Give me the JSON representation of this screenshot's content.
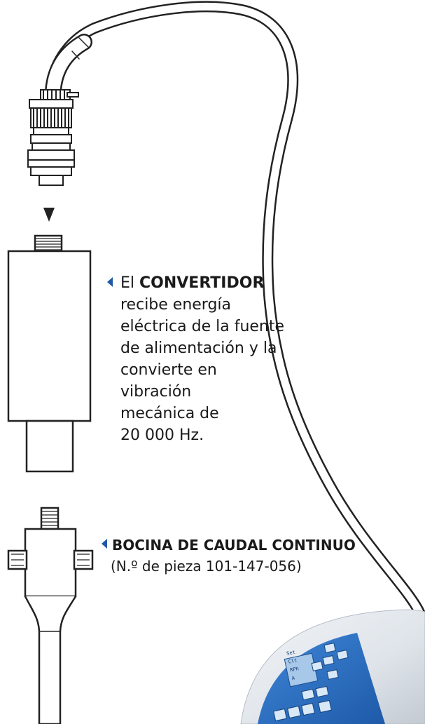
{
  "converter_callout": {
    "prefix": "El",
    "name": "CONVERTIDOR",
    "lines": [
      "recibe energía",
      "eléctrica de la fuente",
      "de alimentación y la",
      "convierte en vibración",
      "mecánica de",
      "20 000 Hz."
    ]
  },
  "horn_callout": {
    "name": "BOCINA DE CAUDAL CONTINUO",
    "part_number": "(N.º de pieza 101-147-056)"
  },
  "control_panel": {
    "lcd_lines": [
      "Set",
      "Clt",
      "RPh",
      "A"
    ]
  },
  "colors": {
    "accent": "#1f5aa6",
    "lcd": "#2f72c4",
    "outline": "#222222"
  }
}
